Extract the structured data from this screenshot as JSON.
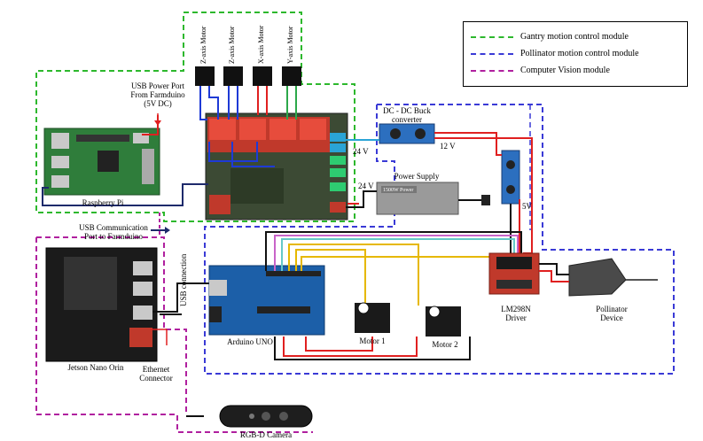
{
  "legend": {
    "items": [
      {
        "label": "Gantry motion control module",
        "color": "#2db82d"
      },
      {
        "label": "Pollinator motion control module",
        "color": "#3a3ad6"
      },
      {
        "label": "Computer Vision module",
        "color": "#b0209f"
      }
    ]
  },
  "labels": {
    "usb_power_port": "USB Power Port\nFrom Farmduino\n(5V DC)",
    "raspberry_pi": "Raspberry Pi",
    "usb_comm": "USB Communication\nPort to Farmduino",
    "jetson": "Jetson Nano Orin",
    "ethernet": "Ethernet\nConnector",
    "usb_connection": "USB connection",
    "rgbd": "RGB-D Camera",
    "arduino": "Arduino UNO",
    "motor1": "Motor 1",
    "motor2": "Motor 2",
    "lm298n": "LM298N\nDriver",
    "pollinator": "Pollinator\nDevice",
    "power_supply": "Power Supply",
    "dcdc": "DC - DC Buck\nconverter",
    "v24_top": "24 V",
    "v24_mid": "24 V",
    "v12": "12 V",
    "v5": "5V",
    "zaxis1": "Z-axis Motor",
    "zaxis2": "Z-axis Motor",
    "xaxis": "X-axis Motor",
    "yaxis": "Y-axis Motor",
    "motor_box1": "Z-Axis\nMotor",
    "motor_box2": "Z-Axis\nMotor",
    "motor_box3": "X-Axis\nMotor",
    "motor_box4": "Y-Axis\nMotor",
    "ps_tag": "1500W Power"
  }
}
